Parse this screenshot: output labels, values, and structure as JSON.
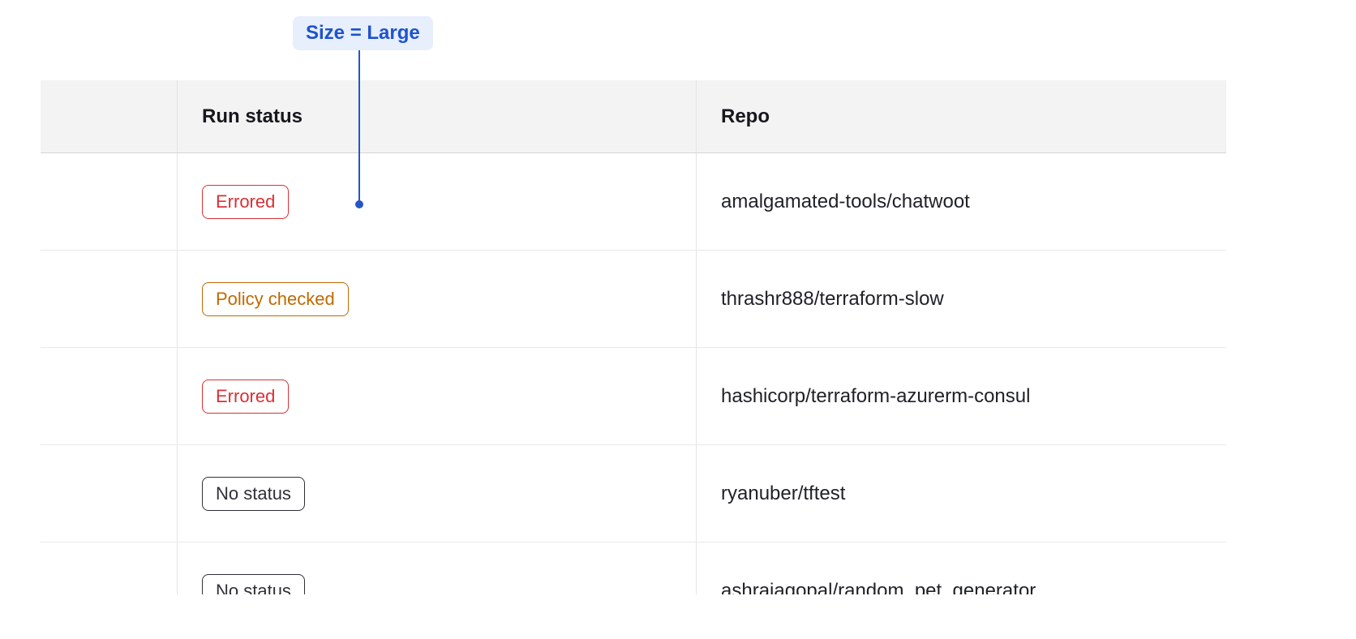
{
  "annotation": {
    "label": "Size = Large",
    "text_color": "#1d53cc",
    "bg_color": "#e7eefc",
    "line_color": "#2457c5"
  },
  "table": {
    "columns": [
      {
        "label": ""
      },
      {
        "label": "Run status"
      },
      {
        "label": "Repo"
      }
    ],
    "rows": [
      {
        "status": "Errored",
        "status_type": "errored",
        "repo": "amalgamated-tools/chatwoot"
      },
      {
        "status": "Policy checked",
        "status_type": "policy_checked",
        "repo": "thrashr888/terraform-slow"
      },
      {
        "status": "Errored",
        "status_type": "errored",
        "repo": "hashicorp/terraform-azurerm-consul"
      },
      {
        "status": "No status",
        "status_type": "no_status",
        "repo": "ryanuber/tftest"
      },
      {
        "status": "No status",
        "status_type": "no_status",
        "repo": "ashrajagopal/random_pet_generator"
      }
    ],
    "status_colors": {
      "errored": "#d93036",
      "policy_checked": "#bf6a02",
      "no_status": "#2f3037"
    }
  }
}
